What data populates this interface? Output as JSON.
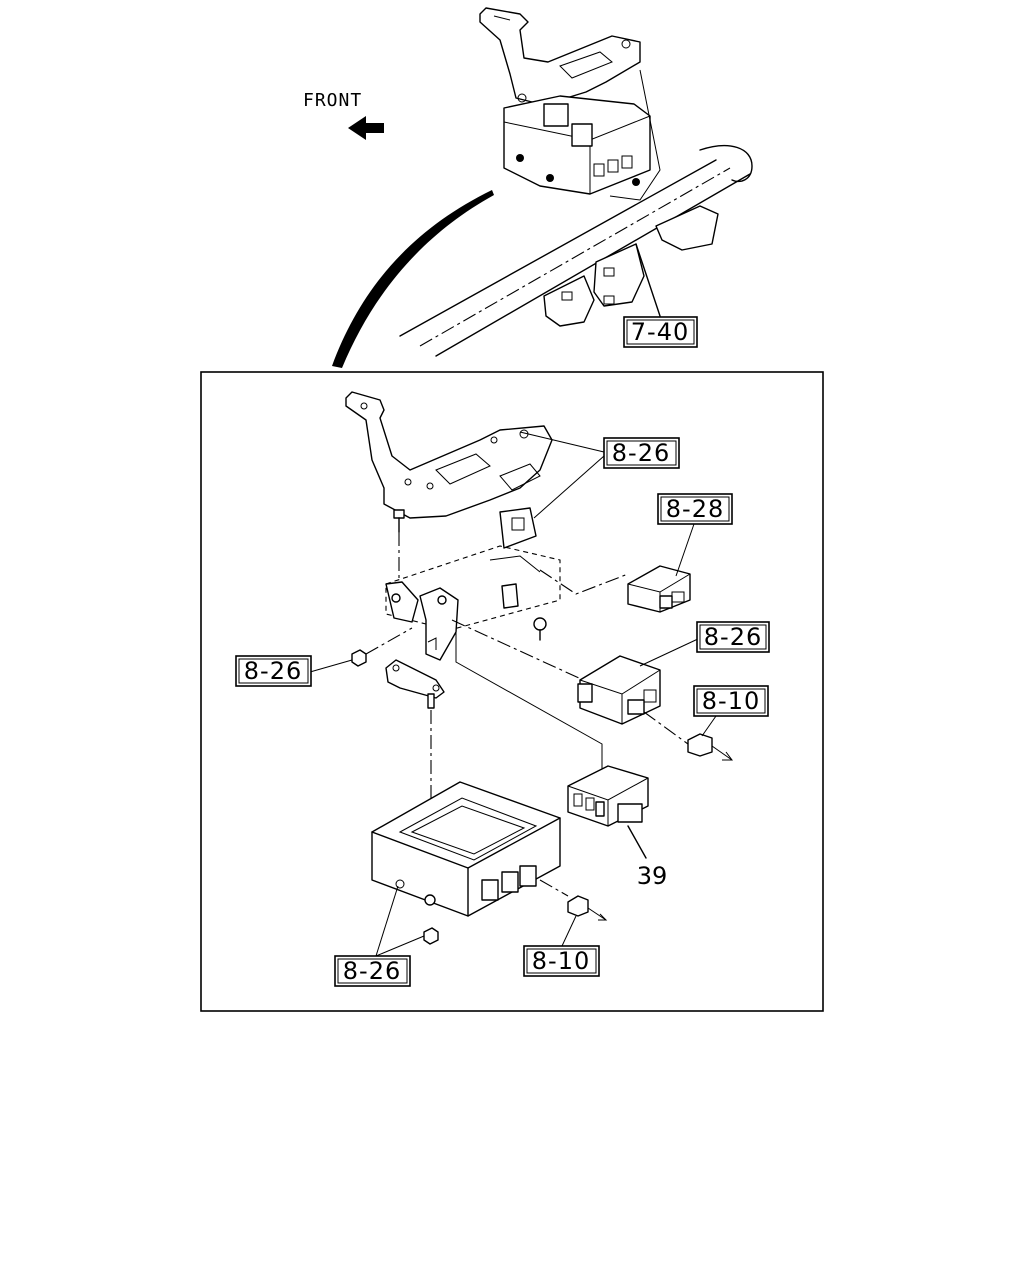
{
  "orientation": {
    "front_label": "FRONT"
  },
  "callouts": {
    "steering_support": "7-40",
    "bracket_top": "8-26",
    "relay_upper": "8-28",
    "relay_lower": "8-26",
    "connector_right": "8-10",
    "nut_left": "8-26",
    "control_unit": "39",
    "bolts_bottom": "8-26",
    "connector_bottom": "8-10"
  }
}
